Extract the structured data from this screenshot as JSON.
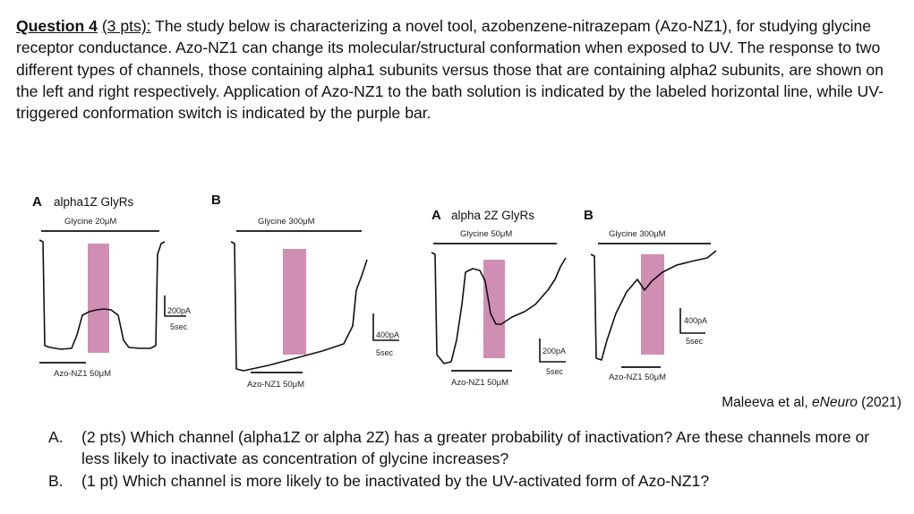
{
  "question": {
    "label": "Question 4",
    "points": "(3 pts):",
    "text": "The study below is characterizing a novel tool, azobenzene-nitrazepam (Azo-NZ1), for studying glycine receptor conductance. Azo-NZ1 can change its molecular/structural conformation when exposed to UV. The response to two different types of channels, those containing alpha1 subunits versus those that are containing alpha2 subunits, are shown on the left and right respectively. Application of Azo-NZ1 to the bath solution is indicated by the labeled horizontal line, while UV-triggered conformation switch is indicated by the purple bar."
  },
  "figure": {
    "left_group": {
      "title": "alpha1Z GlyRs",
      "panel_a": {
        "letter": "A",
        "glycine": "Glycine 20μM",
        "azo": "Azo-NZ1 50μM",
        "scale_current": "200pA",
        "scale_time": "5sec"
      },
      "panel_b": {
        "letter": "B",
        "glycine": "Glycine 300μM",
        "azo": "Azo-NZ1 50μM",
        "scale_current": "400pA",
        "scale_time": "5sec"
      }
    },
    "right_group": {
      "title": "alpha 2Z GlyRs",
      "panel_a": {
        "letter": "A",
        "glycine": "Glycine 50μM",
        "azo": "Azo-NZ1 50μM",
        "scale_current": "200pA",
        "scale_time": "5sec"
      },
      "panel_b": {
        "letter": "B",
        "glycine": "Glycine 300μM",
        "azo": "Azo-NZ1 50μM",
        "scale_current": "400pA",
        "scale_time": "5sec"
      }
    },
    "uv_bar_color": "#c97aa6"
  },
  "citation": {
    "authors": "Maleeva et al, ",
    "journal": "eNeuro",
    "year": " (2021)"
  },
  "parts": [
    {
      "marker": "A.",
      "text": "(2 pts) Which channel (alpha1Z or alpha 2Z) has a greater probability of inactivation? Are these channels more or less likely to inactivate as concentration of glycine increases?"
    },
    {
      "marker": "B.",
      "text": "(1 pt) Which channel is more likely to be inactivated by the UV-activated form of Azo-NZ1?"
    }
  ]
}
